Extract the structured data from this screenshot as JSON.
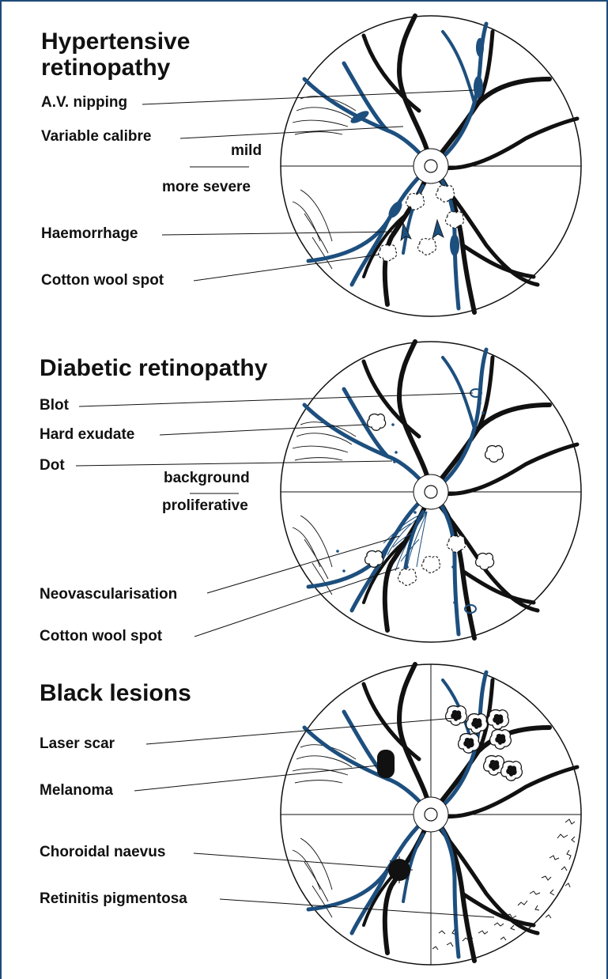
{
  "panels": {
    "hypertensive": {
      "title_line1": "Hypertensive",
      "title_line2": "retinopathy",
      "labels": {
        "av_nipping": "A.V. nipping",
        "variable_calibre": "Variable calibre",
        "mild": "mild",
        "more_severe": "more severe",
        "haemorrhage": "Haemorrhage",
        "cotton_wool_spot": "Cotton wool spot"
      }
    },
    "diabetic": {
      "title": "Diabetic retinopathy",
      "labels": {
        "blot": "Blot",
        "hard_exudate": "Hard exudate",
        "dot": "Dot",
        "background": "background",
        "proliferative": "proliferative",
        "neovascularisation": "Neovascularisation",
        "cotton_wool_spot": "Cotton wool spot"
      }
    },
    "black_lesions": {
      "title": "Black lesions",
      "labels": {
        "laser_scar": "Laser scar",
        "melanoma": "Melanoma",
        "choroidal_naevus": "Choroidal naevus",
        "retinitis_pigmentosa": "Retinitis pigmentosa"
      }
    }
  },
  "colors": {
    "vein": "#1d4f7e",
    "artery": "#111111",
    "border": "#1d4a78"
  }
}
